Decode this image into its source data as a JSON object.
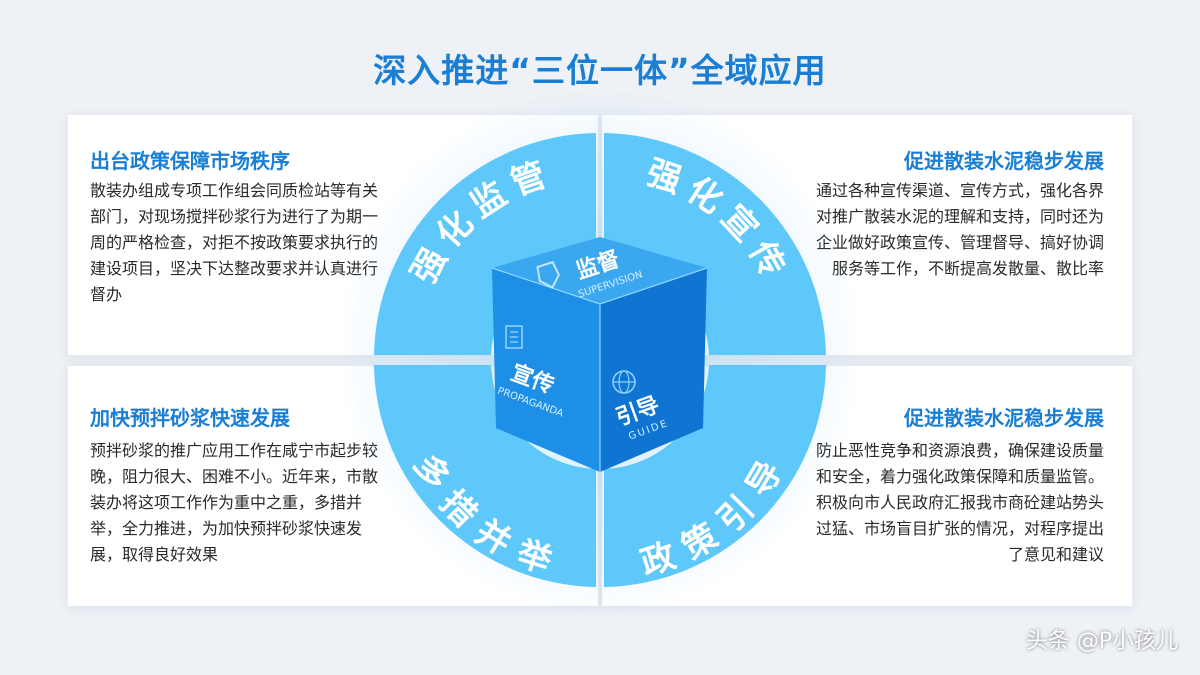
{
  "title": "深入推进“三位一体”全域应用",
  "cards": {
    "top_left": {
      "heading": "出台政策保障市场秩序",
      "body": "散装办组成专项工作组会同质检站等有关部门，对现场搅拌砂浆行为进行了为期一周的严格检查，对拒不按政策要求执行的建设项目，坚决下达整改要求并认真进行督办"
    },
    "top_right": {
      "heading": "促进散装水泥稳步发展",
      "body": "通过各种宣传渠道、宣传方式，强化各界对推广散装水泥的理解和支持，同时还为企业做好政策宣传、管理督导、搞好协调服务等工作，不断提高发散量、散比率"
    },
    "bottom_left": {
      "heading": "加快预拌砂浆快速发展",
      "body": "预拌砂浆的推广应用工作在咸宁市起步较晚，阻力很大、困难不小。近年来，市散装办将这项工作作为重中之重，多措并举，全力推进，为加快预拌砂浆快速发展，取得良好效果"
    },
    "bottom_right": {
      "heading": "促进散装水泥稳步发展",
      "body": "防止恶性竞争和资源浪费，确保建设质量和安全，着力强化政策保障和质量监管。积极向市人民政府汇报我市商砼建站势头过猛、市场盲目扩张的情况，对程序提出了意见和建议"
    }
  },
  "ring": {
    "top_left": "强化监管",
    "top_right": "强化宣传",
    "bottom_left": "多措并举",
    "bottom_right": "政策引导"
  },
  "cube": {
    "top": {
      "cn": "监督",
      "en": "SUPERVISION"
    },
    "left": {
      "cn": "宣传",
      "en": "PROPAGANDA"
    },
    "right": {
      "cn": "引导",
      "en": "GUIDE"
    }
  },
  "watermark": "头条 @P小孩儿",
  "colors": {
    "accent": "#1a7fd4",
    "ring": "#5ec8fb",
    "cube_top": "#3aa7f0",
    "cube_left": "#1e8fe6",
    "cube_right": "#0f74d2"
  },
  "icons": [
    "shield-icon",
    "document-icon",
    "globe-icon"
  ]
}
